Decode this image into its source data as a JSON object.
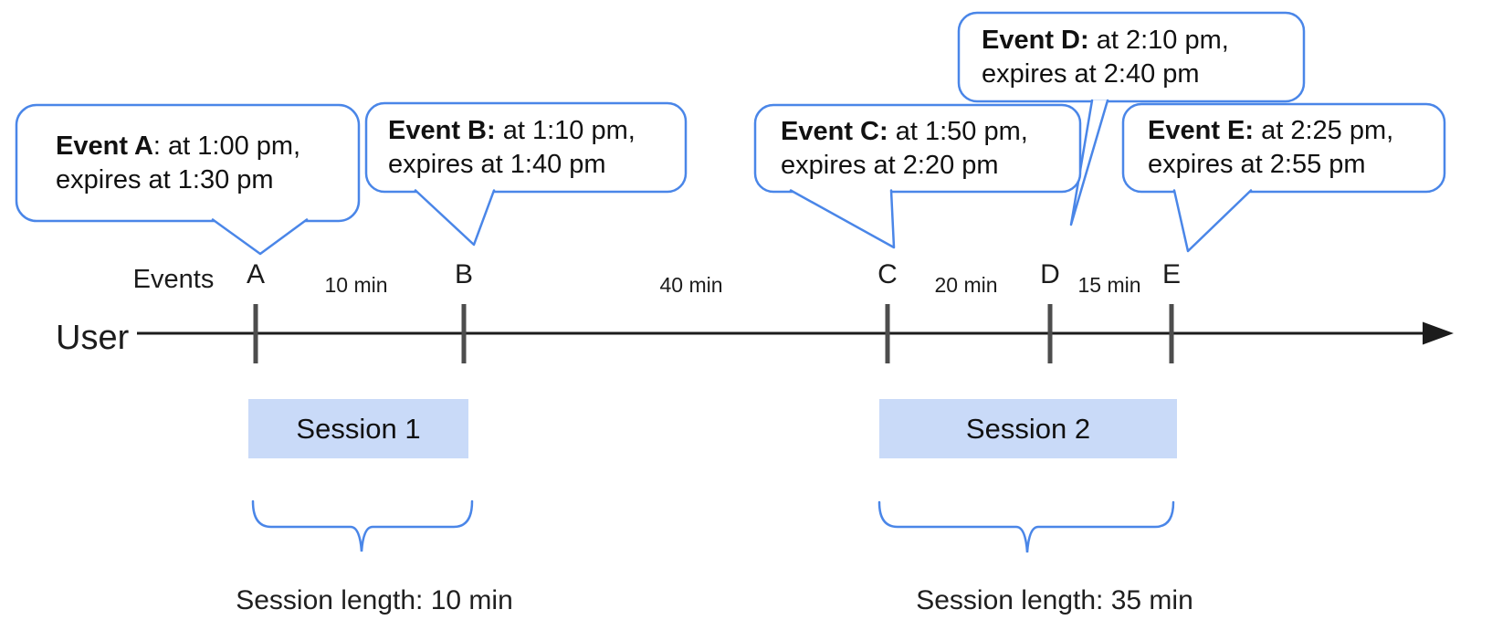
{
  "bubbles": [
    {
      "bold": "Event A",
      "rest": ": at 1:00 pm,",
      "line2": "expires at 1:30 pm"
    },
    {
      "bold": "Event B:",
      "rest": " at 1:10 pm,",
      "line2": "expires at 1:40 pm"
    },
    {
      "bold": "Event C:",
      "rest": " at 1:50 pm,",
      "line2": "expires at 2:20 pm"
    },
    {
      "bold": "Event D:",
      "rest": " at 2:10 pm,",
      "line2": "expires at 2:40 pm"
    },
    {
      "bold": "Event E:",
      "rest": " at 2:25 pm,",
      "line2": "expires at 2:55 pm"
    }
  ],
  "timeline": {
    "row_label": "Events",
    "lane_label": "User",
    "tick_labels": [
      "A",
      "B",
      "C",
      "D",
      "E"
    ],
    "interval_labels": [
      "10 min",
      "40 min",
      "20 min",
      "15 min"
    ]
  },
  "sessions": [
    {
      "label": "Session 1",
      "length_label": "Session length: 10 min"
    },
    {
      "label": "Session 2",
      "length_label": "Session length: 35 min"
    }
  ],
  "colors": {
    "accent_blue": "#4a86e8",
    "session_fill": "#c9daf8",
    "tick_gray": "#4d4d4d",
    "axis_black": "#1c1c1c"
  }
}
